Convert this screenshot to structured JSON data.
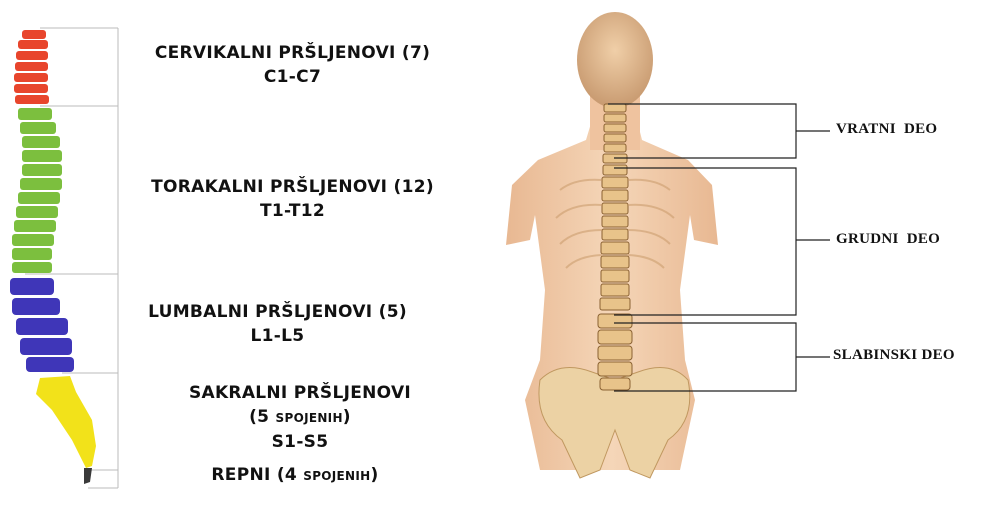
{
  "left_labels": {
    "cervical": {
      "name": "CERVIKALNI PRŠLJENOVI (7)",
      "range": "C1-C7"
    },
    "thoracic": {
      "name": "TORAKALNI PRŠLJENOVI (12)",
      "range": "T1-T12"
    },
    "lumbar": {
      "name": "LUMBALNI PRŠLJENOVI (5)",
      "range": "L1-L5"
    },
    "sacral": {
      "name": "SAKRALNI PRŠLJENOVI",
      "fused_prefix": "(5 ",
      "fused_word": "SPOJENIH",
      "fused_suffix": ")",
      "range": "S1-S5"
    },
    "coccyx": {
      "prefix": "REPNI (4 ",
      "word": "SPOJENIH",
      "suffix": ")"
    }
  },
  "right_labels": {
    "neck": "VRATNI  DEO",
    "chest": "GRUDNI  DEO",
    "lumbar": "SLABINSKI DEO"
  },
  "colors": {
    "cervical": "#e8452c",
    "thoracic": "#7cbf3e",
    "lumbar": "#3f36b8",
    "sacral": "#f2e21a",
    "coccyx": "#3a3a3a",
    "skin": "#f1c8a2",
    "bone": "#e8c38a"
  }
}
